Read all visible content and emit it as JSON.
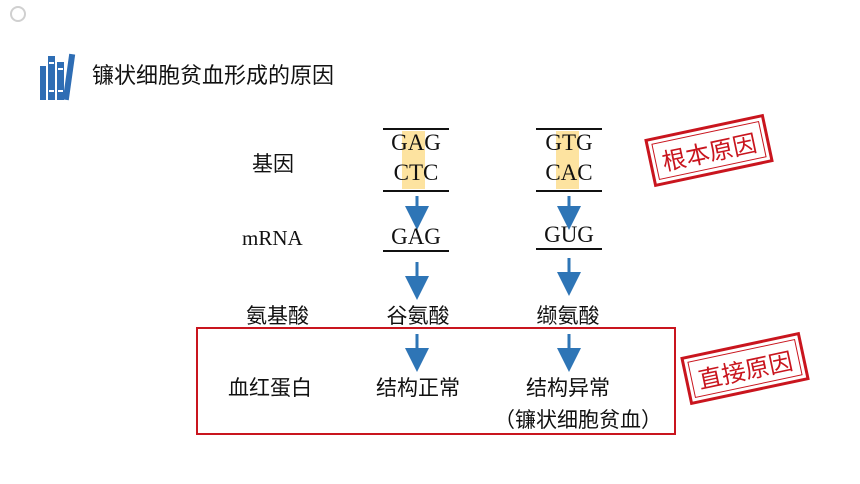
{
  "header": {
    "logo_text": "",
    "title": "镰状细胞贫血形成的原因"
  },
  "rows": {
    "gene_label": "基因",
    "mrna_label": "mRNA",
    "amino_label": "氨基酸",
    "protein_label": "血红蛋白"
  },
  "normal": {
    "dna_top": "GAG",
    "dna_bottom": "CTC",
    "mrna": "GAG",
    "amino": "谷氨酸",
    "protein": "结构正常"
  },
  "mutant": {
    "dna_top": "GTG",
    "dna_bottom": "CAC",
    "mrna": "GUG",
    "amino": "缬氨酸",
    "protein": "结构异常",
    "disease": "（镰状细胞贫血）"
  },
  "stamps": {
    "root_cause": "根本原因",
    "direct_cause": "直接原因"
  },
  "colors": {
    "arrow": "#2e75b6",
    "highlight": "#fde3a0",
    "stamp_red": "#c9151e",
    "icon_blue": "#2e6db4"
  }
}
